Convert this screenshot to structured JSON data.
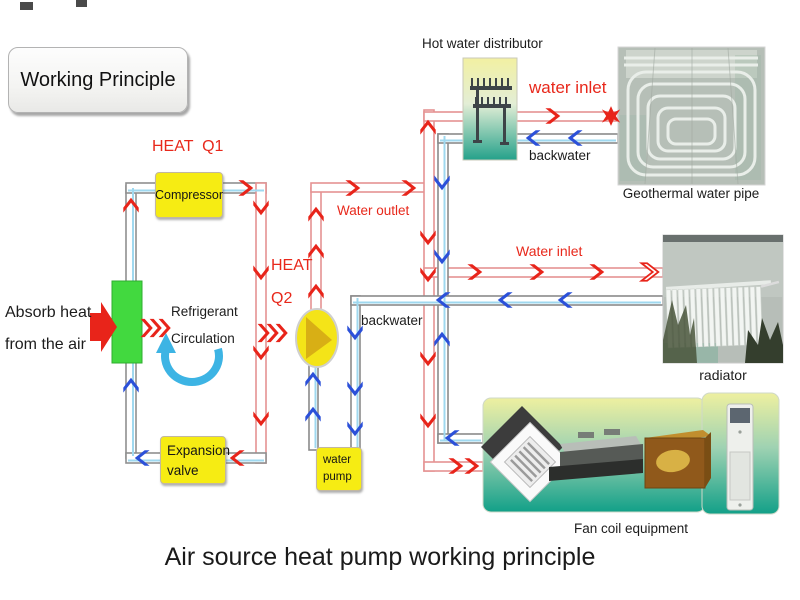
{
  "labels": {
    "working_principle": "Working Principle",
    "heat_q1": "HEAT  Q1",
    "compressor": "Compressor",
    "heat_q2_line1": "HEAT",
    "heat_q2_line2": "Q2",
    "absorb_line1": "Absorb heat",
    "absorb_line2": "from the air",
    "refrigerant_line1": "Refrigerant",
    "refrigerant_line2": "Circulation",
    "expansion_line1": "Expansion",
    "expansion_line2": "valve",
    "water_pump_line1": "water",
    "water_pump_line2": "pump",
    "water_outlet": "Water outlet",
    "hot_water_distributor": "Hot water distributor",
    "water_inlet_top": "water inlet",
    "backwater_top": "backwater",
    "geothermal": "Geothermal water pipe",
    "water_inlet_mid": "Water inlet",
    "backwater_mid": "backwater",
    "radiator": "radiator",
    "fan_coil": "Fan coil equipment",
    "caption": "Air source heat pump working principle"
  },
  "colors": {
    "hot_flow_red": "#e8241a",
    "return_flow_blue": "#2b50d9",
    "component_yellow": "#f6ec13",
    "evaporator_green": "#42d93f",
    "refrigerant_arc_cyan": "#3db4e4"
  }
}
